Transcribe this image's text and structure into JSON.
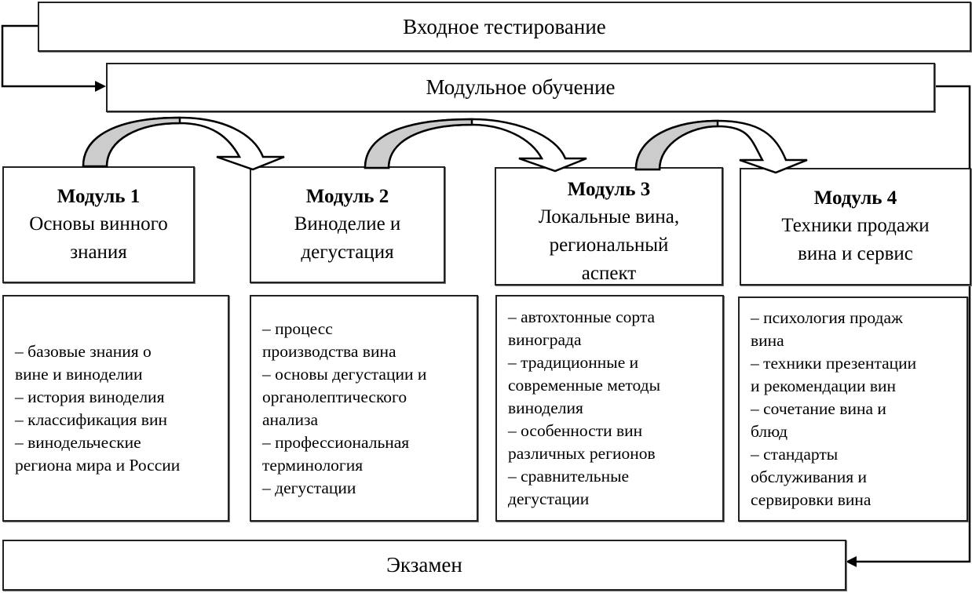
{
  "entry": "Входное тестирование",
  "modular": "Модульное обучение",
  "exam": "Экзамен",
  "modules": [
    {
      "title": "Модуль 1",
      "subtitle": [
        "Основы винного",
        "знания"
      ],
      "items": [
        "– базовые знания о",
        "вине и виноделии",
        "– история виноделия",
        "– классификация вин",
        "– винодельческие",
        "региона мира и России"
      ]
    },
    {
      "title": "Модуль 2",
      "subtitle": [
        "Виноделие и",
        "дегустация"
      ],
      "items": [
        "– процесс",
        "производства вина",
        "– основы дегустации и",
        "органолептического",
        "анализа",
        "– профессиональная",
        "терминология",
        "– дегустации"
      ]
    },
    {
      "title": "Модуль 3",
      "subtitle": [
        "Локальные вина,",
        "региональный",
        "аспект"
      ],
      "items": [
        "– автохтонные сорта",
        "винограда",
        "– традиционные и",
        "современные методы",
        "виноделия",
        "– особенности вин",
        "различных регионов",
        "– сравнительные",
        "дегустации"
      ]
    },
    {
      "title": "Модуль 4",
      "subtitle": [
        "Техники продажи",
        "вина и сервис"
      ],
      "items": [
        "– психология продаж",
        "вина",
        "– техники презентации",
        "и рекомендации вин",
        "– сочетание вина и",
        "блюд",
        "– стандарты",
        "обслуживания и",
        "сервировки вина"
      ]
    }
  ],
  "colors": {
    "arrow_fill": "#cccccc",
    "stroke": "#000000"
  }
}
